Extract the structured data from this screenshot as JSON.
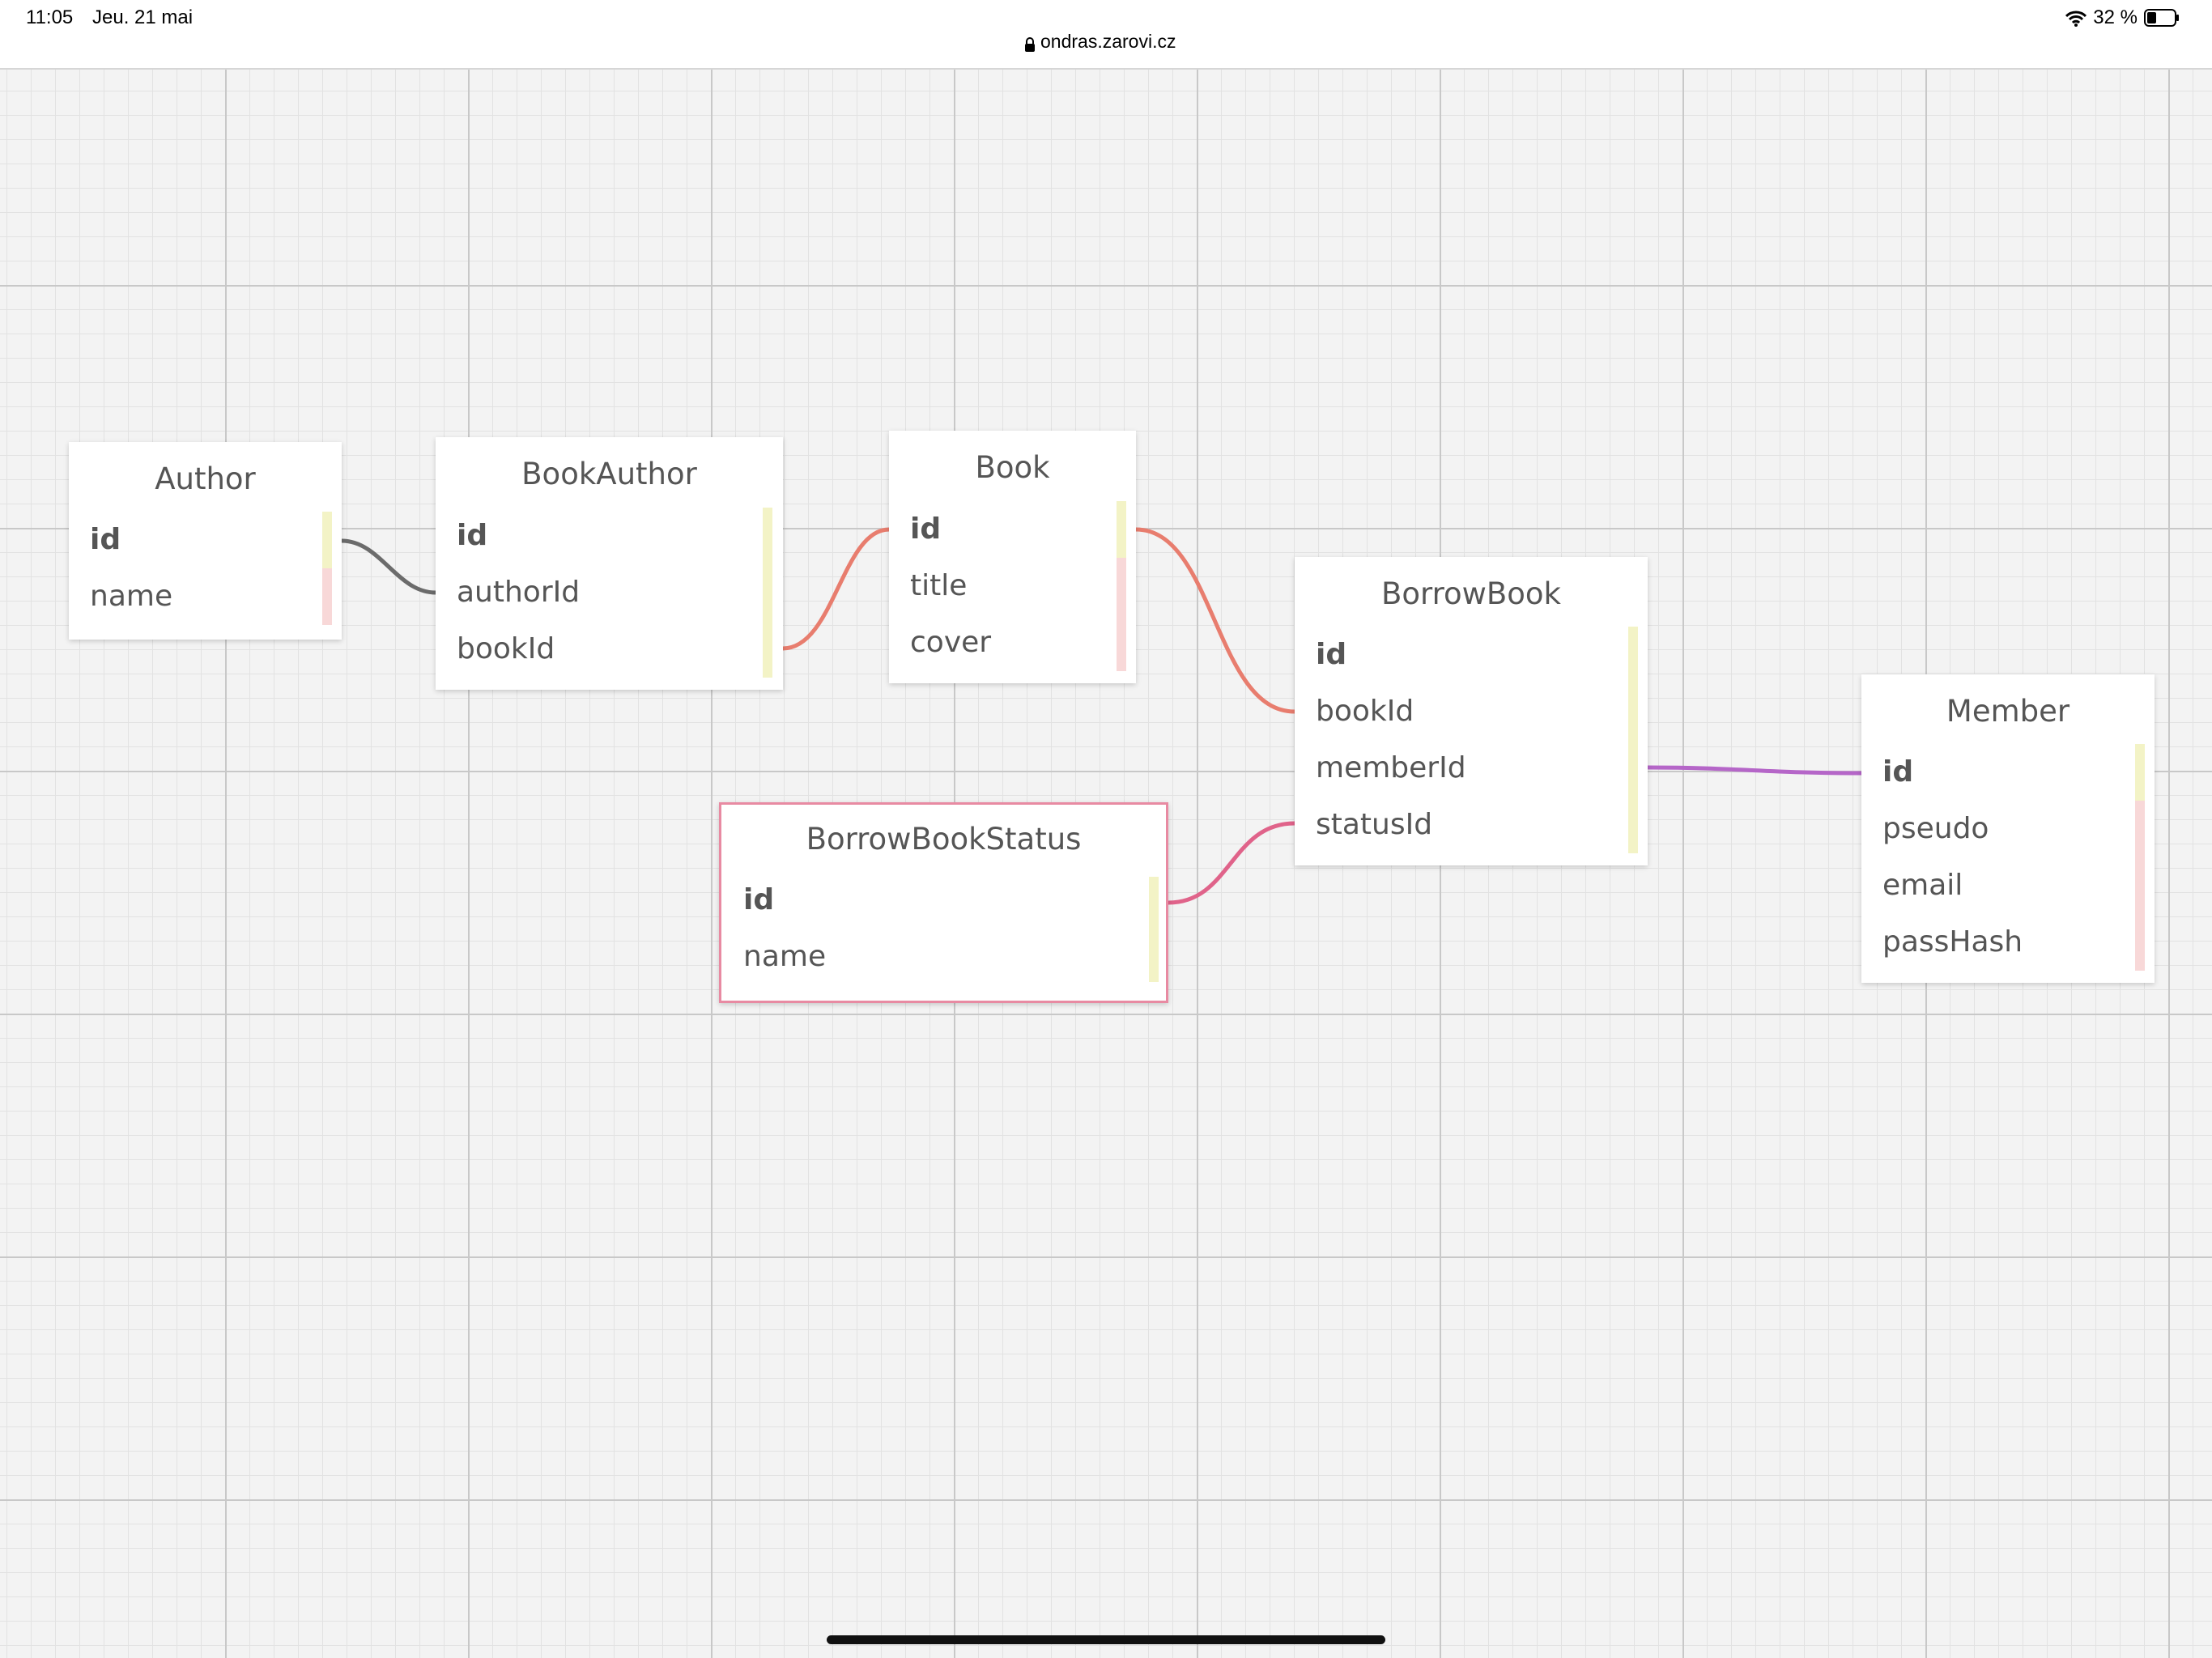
{
  "status_bar": {
    "time": "11:05",
    "date": "Jeu. 21 mai",
    "url": "ondras.zarovi.cz",
    "battery": "32 %",
    "icons": [
      "lock-icon",
      "wifi-icon",
      "battery-icon"
    ]
  },
  "tables": {
    "author": {
      "title": "Author",
      "fields": [
        "id",
        "name"
      ]
    },
    "book_author": {
      "title": "BookAuthor",
      "fields": [
        "id",
        "authorId",
        "bookId"
      ]
    },
    "book": {
      "title": "Book",
      "fields": [
        "id",
        "title",
        "cover"
      ]
    },
    "borrow_book": {
      "title": "BorrowBook",
      "fields": [
        "id",
        "bookId",
        "memberId",
        "statusId"
      ]
    },
    "borrow_book_status": {
      "title": "BorrowBookStatus",
      "fields": [
        "id",
        "name"
      ]
    },
    "member": {
      "title": "Member",
      "fields": [
        "id",
        "pseudo",
        "email",
        "passHash"
      ]
    }
  },
  "relations": [
    {
      "from": "Author.id",
      "to": "BookAuthor.authorId",
      "color": "#6b6b6b"
    },
    {
      "from": "Book.id",
      "to": "BookAuthor.bookId",
      "color": "#e87d6e"
    },
    {
      "from": "Book.id",
      "to": "BorrowBook.bookId",
      "color": "#e87d6e"
    },
    {
      "from": "BorrowBookStatus.id",
      "to": "BorrowBook.statusId",
      "color": "#e0638a"
    },
    {
      "from": "Member.id",
      "to": "BorrowBook.memberId",
      "color": "#b566c8"
    }
  ],
  "colors": {
    "primary_key_bar": "#f3f3c6",
    "field_bar": "#f8d8d8",
    "selected_border": "#e88aa2"
  }
}
